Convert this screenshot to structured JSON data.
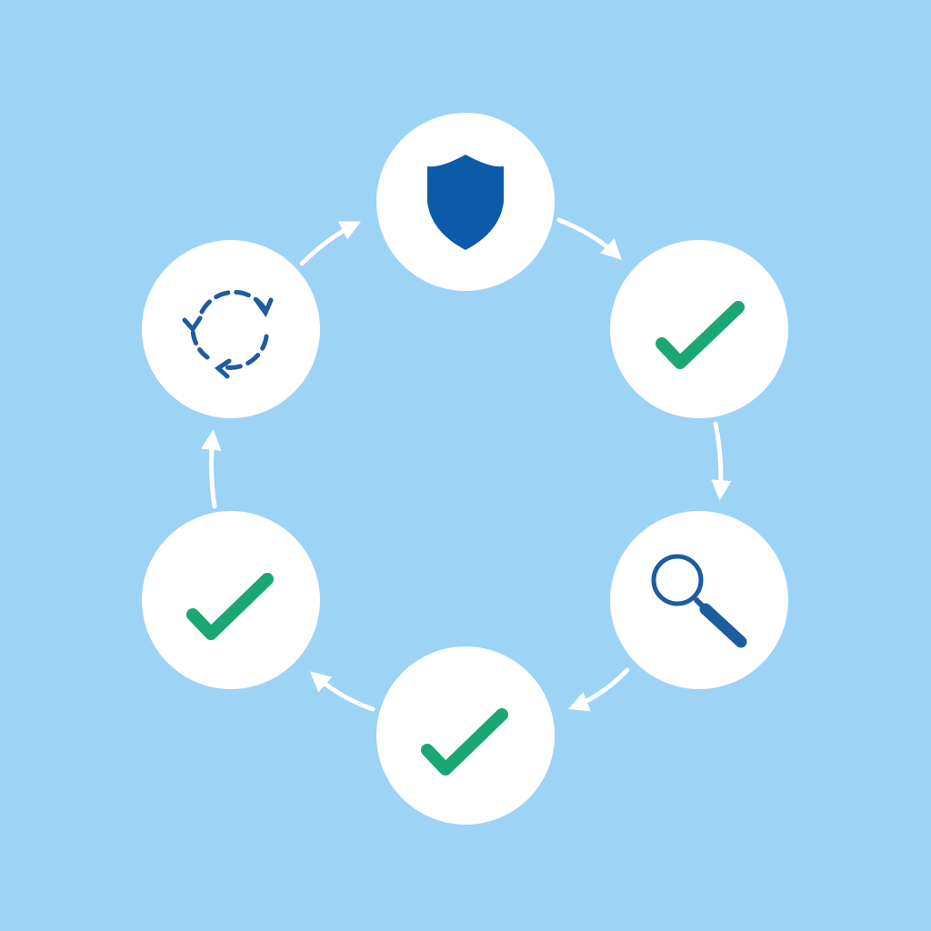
{
  "colors": {
    "background": "#9dd3f5",
    "node_fill": "#ffffff",
    "arrow": "#ffffff",
    "shield_blue": "#0b5ba8",
    "check_green": "#1aa774",
    "search_blue": "#1d5c9e",
    "cycle_blue": "#1d5c9e"
  },
  "diagram": {
    "type": "cycle",
    "direction": "clockwise",
    "nodes": [
      {
        "id": "shield",
        "icon": "shield-icon"
      },
      {
        "id": "check-1",
        "icon": "checkmark-icon"
      },
      {
        "id": "search",
        "icon": "magnifier-icon"
      },
      {
        "id": "check-2",
        "icon": "checkmark-icon"
      },
      {
        "id": "check-3",
        "icon": "checkmark-icon"
      },
      {
        "id": "refresh",
        "icon": "refresh-cycle-icon"
      }
    ],
    "edges": [
      {
        "from": "shield",
        "to": "check-1"
      },
      {
        "from": "check-1",
        "to": "search"
      },
      {
        "from": "search",
        "to": "check-2"
      },
      {
        "from": "check-2",
        "to": "check-3"
      },
      {
        "from": "check-3",
        "to": "refresh"
      },
      {
        "from": "refresh",
        "to": "shield"
      }
    ]
  }
}
